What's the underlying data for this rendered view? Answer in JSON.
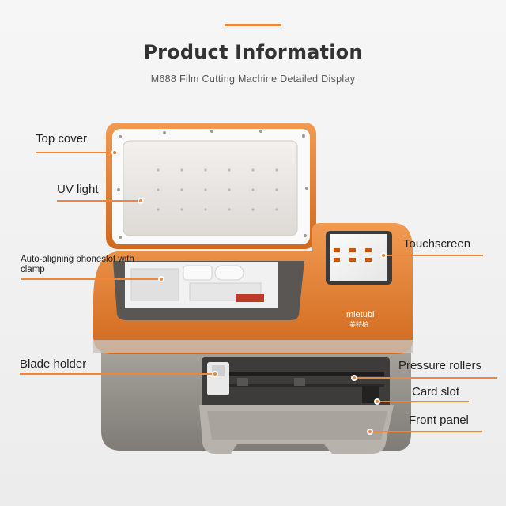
{
  "header": {
    "title": "Product Information",
    "subtitle": "M688 Film Cutting Machine Detailed Display"
  },
  "brand": {
    "logo_text": "mietubl",
    "logo_cn": "美特柏"
  },
  "callouts": [
    {
      "id": "top-cover",
      "label": "Top cover"
    },
    {
      "id": "uv-light",
      "label": "UV light"
    },
    {
      "id": "phoneslot",
      "label": "Auto-aligning phoneslot with clamp"
    },
    {
      "id": "blade-holder",
      "label": "Blade holder"
    },
    {
      "id": "touchscreen",
      "label": "Touchscreen"
    },
    {
      "id": "pressure-rollers",
      "label": "Pressure rollers"
    },
    {
      "id": "card-slot",
      "label": "Card slot"
    },
    {
      "id": "front-panel",
      "label": "Front panel"
    }
  ],
  "colors": {
    "accent": "#f0863a",
    "body_orange": "#e07a2c",
    "body_grey": "#8e8a85",
    "text": "#222222"
  }
}
